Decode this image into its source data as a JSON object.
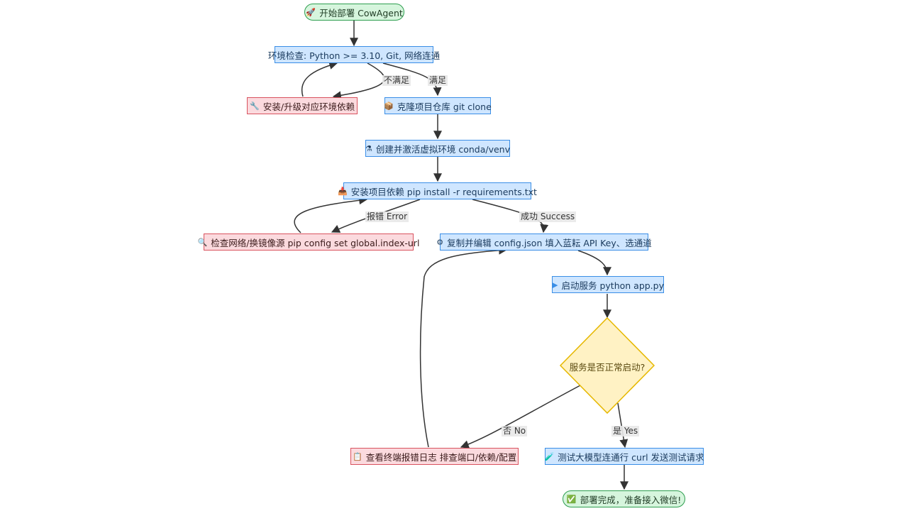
{
  "nodes": {
    "start": "开始部署 CowAgent",
    "env_check": "环境检查: Python >= 3.10, Git, 网络连通",
    "install_env": "安装/升级对应环境依赖",
    "clone": "克隆项目仓库 git clone",
    "venv": "创建并激活虚拟环境 conda/venv",
    "install_deps": "安装项目依赖 pip install -r requirements.txt",
    "check_network": "检查网络/换镜像源 pip config set global.index-url",
    "config": "复制并编辑 config.json 填入蓝耘 API Key、选通道",
    "run": "启动服务 python app.py",
    "decision": "服务是否正常启动?",
    "logs": "查看终端报错日志 排查端口/依赖/配置",
    "test": "测试大模型连通行 curl 发送测试请求",
    "done": "部署完成，准备接入微信!"
  },
  "edge_labels": {
    "not_satisfied": "不满足",
    "satisfied": "满足",
    "error": "报错 Error",
    "success": "成功 Success",
    "no": "否 No",
    "yes": "是 Yes"
  },
  "icons": {
    "start": "rocket-icon",
    "install_env": "wrench-icon",
    "clone": "package-icon",
    "venv": "flask-icon",
    "install_deps": "download-icon",
    "check_network": "magnifier-icon",
    "config": "gear-icon",
    "run": "play-icon",
    "logs": "clipboard-icon",
    "test": "test-tube-icon",
    "done": "check-box-icon"
  },
  "colors": {
    "process_fill": "#cfe6ff",
    "process_border": "#3a8ee6",
    "error_fill": "#fbdade",
    "error_border": "#d9535f",
    "terminal_fill": "#d6f5dd",
    "terminal_border": "#2e9e4f",
    "decision_fill": "#fff2c4",
    "decision_border": "#e6b800",
    "edge": "#333333"
  }
}
